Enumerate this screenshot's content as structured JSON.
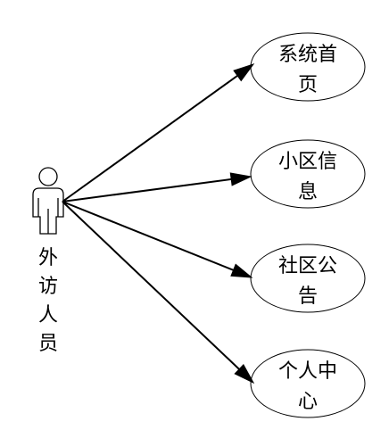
{
  "actor": {
    "label": "外访人员"
  },
  "use_cases": [
    {
      "label": "系统首页"
    },
    {
      "label": "小区信息"
    },
    {
      "label": "社区公告"
    },
    {
      "label": "个人中心"
    }
  ],
  "colors": {
    "stroke": "#000000",
    "background": "#ffffff"
  }
}
